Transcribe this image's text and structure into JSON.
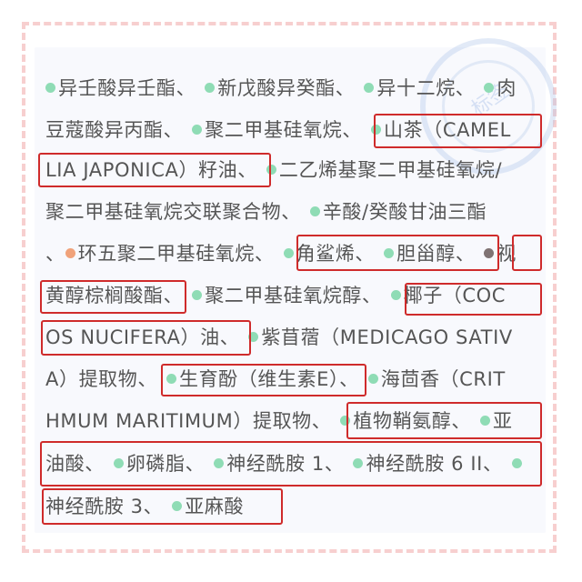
{
  "colors": {
    "frame_dash": "#f7cfcf",
    "panel_bg": "#f8f9fd",
    "text": "#555555",
    "bullet_green": "#8fdcb5",
    "bullet_orange": "#f0a27a",
    "bullet_gray": "#7f7373",
    "highlight_box": "#cf2b2b"
  },
  "watermark": {
    "text": "标签"
  },
  "ingredients_text": {
    "lines": [
      {
        "segments": [
          {
            "bullet": "green",
            "text": "异壬酸异壬酯、"
          },
          {
            "bullet": "green",
            "text": "新戊酸异癸酯、"
          },
          {
            "bullet": "green",
            "text": "异十二烷、"
          },
          {
            "bullet": "green",
            "text": "肉"
          }
        ]
      },
      {
        "segments": [
          {
            "bullet": null,
            "text": "豆蔻酸异丙酯、"
          },
          {
            "bullet": "green",
            "text": "聚二甲基硅氧烷、"
          },
          {
            "bullet": "green",
            "text": "山茶（CAMEL"
          }
        ]
      },
      {
        "segments": [
          {
            "bullet": null,
            "text": "LIA JAPONICA）籽油、"
          },
          {
            "bullet": "green",
            "text": "二乙烯基聚二甲基硅氧烷/"
          }
        ]
      },
      {
        "segments": [
          {
            "bullet": null,
            "text": "聚二甲基硅氧烷交联聚合物、"
          },
          {
            "bullet": "green",
            "text": "辛酸/癸酸甘油三酯"
          }
        ]
      },
      {
        "segments": [
          {
            "bullet": null,
            "text": "、"
          },
          {
            "bullet": "orange",
            "text": "环五聚二甲基硅氧烷、"
          },
          {
            "bullet": "green",
            "text": "角鲨烯、"
          },
          {
            "bullet": "green",
            "text": "胆甾醇、"
          },
          {
            "bullet": "gray",
            "text": "视"
          }
        ]
      },
      {
        "segments": [
          {
            "bullet": null,
            "text": "黄醇棕榈酸酯、"
          },
          {
            "bullet": "green",
            "text": "聚二甲基硅氧烷醇、"
          },
          {
            "bullet": "green",
            "text": "椰子（COC"
          }
        ]
      },
      {
        "segments": [
          {
            "bullet": null,
            "text": "OS NUCIFERA）油、"
          },
          {
            "bullet": "green",
            "text": "紫苜蓿（MEDICAGO SATIV"
          }
        ]
      },
      {
        "segments": [
          {
            "bullet": null,
            "text": "A）提取物、"
          },
          {
            "bullet": "green",
            "text": "生育酚（维生素E）"
          },
          {
            "bullet": null,
            "text": "、"
          },
          {
            "bullet": "green",
            "text": "海茴香（CRIT"
          }
        ]
      },
      {
        "segments": [
          {
            "bullet": null,
            "text": "HMUM MARITIMUM）提取物、"
          },
          {
            "bullet": "green",
            "text": "植物鞘氨醇、"
          },
          {
            "bullet": "green",
            "text": "亚"
          }
        ]
      },
      {
        "segments": [
          {
            "bullet": null,
            "text": "油酸、"
          },
          {
            "bullet": "green",
            "text": "卵磷脂、"
          },
          {
            "bullet": "green",
            "text": "神经酰胺 1、"
          },
          {
            "bullet": "green",
            "text": "神经酰胺 6 II、"
          },
          {
            "bullet": "green",
            "text": ""
          }
        ]
      },
      {
        "segments": [
          {
            "bullet": null,
            "text": "神经酰胺 3、"
          },
          {
            "bullet": "green",
            "text": "亚麻酸"
          }
        ]
      }
    ]
  },
  "highlight_boxes": [
    {
      "label": "山茶（CAMEL"
    },
    {
      "label": "LIA JAPONICA）籽油、"
    },
    {
      "label": "角鲨烯、胆甾醇、"
    },
    {
      "label": "视"
    },
    {
      "label": "黄醇棕榈酸酯、"
    },
    {
      "label": "椰子（COC"
    },
    {
      "label": "OS NUCIFERA）油、"
    },
    {
      "label": "生育酚（维生素E）"
    },
    {
      "label": "植物鞘氨醇、亚"
    },
    {
      "label": "油酸、卵磷脂、神经酰胺 1、神经酰胺 6 II、"
    },
    {
      "label": "神经酰胺 3、亚麻酸"
    }
  ]
}
